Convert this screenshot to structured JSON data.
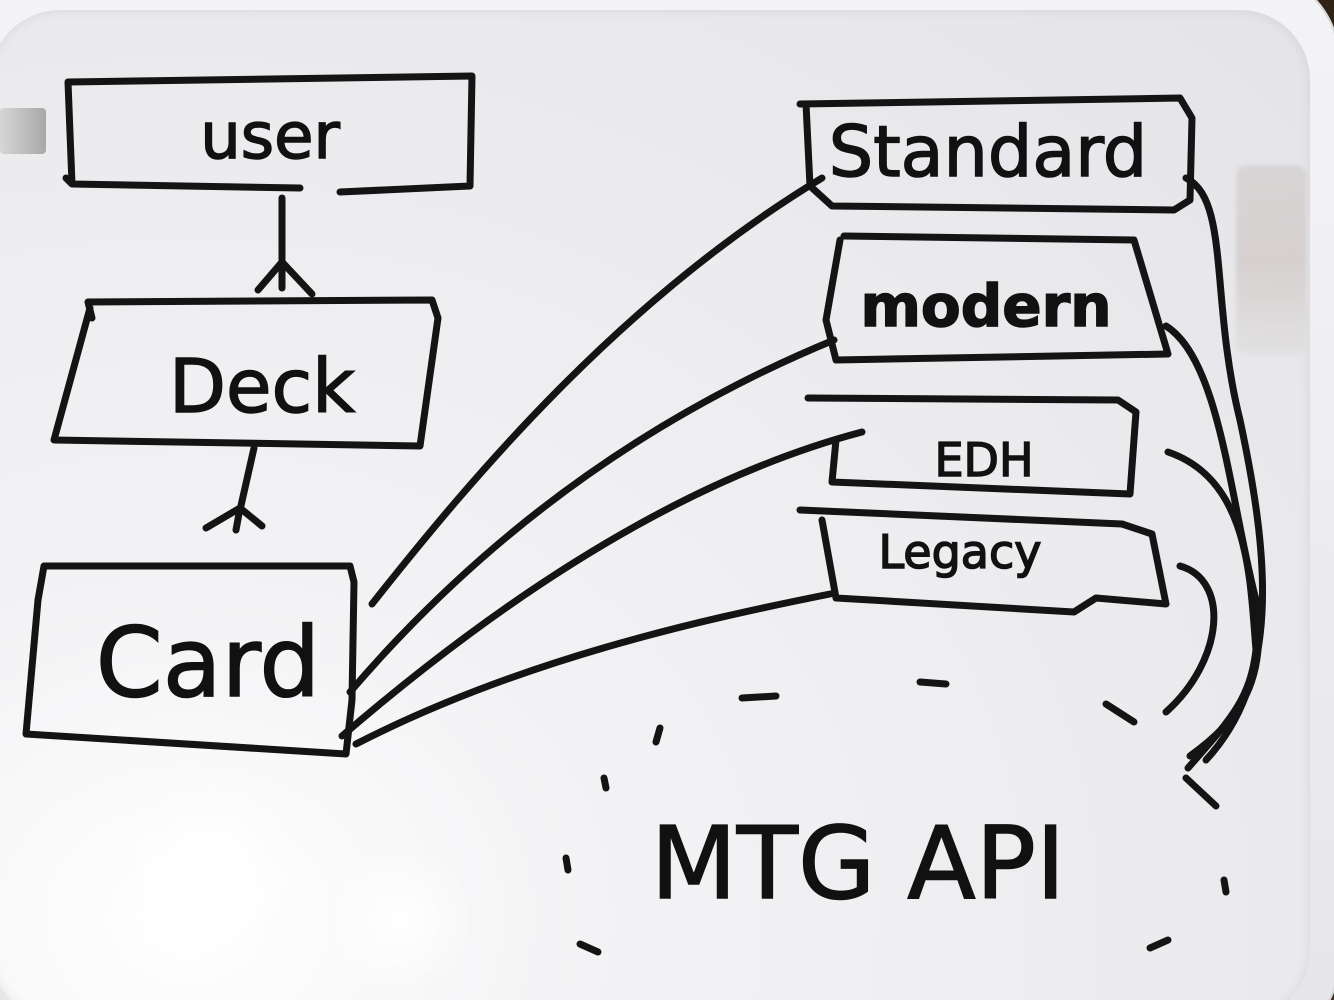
{
  "entities": {
    "user": "user",
    "deck": "Deck",
    "card": "Card"
  },
  "formats": {
    "standard": "Standard",
    "modern": "modern",
    "edh": "EDH",
    "legacy": "Legacy"
  },
  "api": {
    "label": "MTG API"
  },
  "colors": {
    "ink": "#111111",
    "board": "#eeeeF1"
  }
}
